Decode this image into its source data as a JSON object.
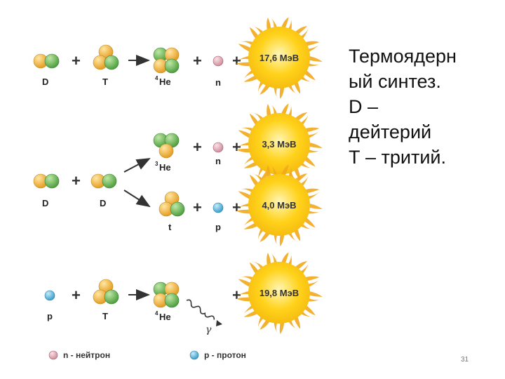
{
  "title_lines": [
    "Термоядерн",
    "ый синтез.",
    "D –",
    "дейтерий",
    "Т – тритий."
  ],
  "page_number": "31",
  "colors": {
    "deuterium_green": "#6cbf5a",
    "nucleon_orange": "#f2b43a",
    "neutron_pink": "#e4a7b5",
    "proton_blue": "#5bb8dc",
    "sun_yellow": "#ffd21a",
    "sun_ray": "#f2a81c"
  },
  "reactions": [
    {
      "left": [
        "D",
        "T"
      ],
      "products": [
        "4He",
        "n"
      ],
      "energy": "17,6 МэВ"
    },
    {
      "left": [
        "D",
        "D"
      ],
      "branches": [
        {
          "products": [
            "3He",
            "n"
          ],
          "energy": "3,3 МэВ"
        },
        {
          "products": [
            "t",
            "p"
          ],
          "energy": "4,0 МэВ"
        }
      ]
    },
    {
      "left": [
        "p",
        "T"
      ],
      "products": [
        "4He",
        "γ"
      ],
      "energy": "19,8 МэВ"
    }
  ],
  "labels": {
    "r1_d": "D",
    "r1_t": "T",
    "r1_he": "He",
    "r1_he_mass": "4",
    "r1_n": "n",
    "r2_d1": "D",
    "r2_d2": "D",
    "r2_he": "He",
    "r2_he_mass": "3",
    "r2_n": "n",
    "r2_t": "t",
    "r2_p": "p",
    "r3_p": "p",
    "r3_t": "T",
    "r3_he": "He",
    "r3_he_mass": "4",
    "r3_gamma": "γ"
  },
  "legend": {
    "neutron": "n  - нейтрон",
    "proton": "p  - протон"
  }
}
